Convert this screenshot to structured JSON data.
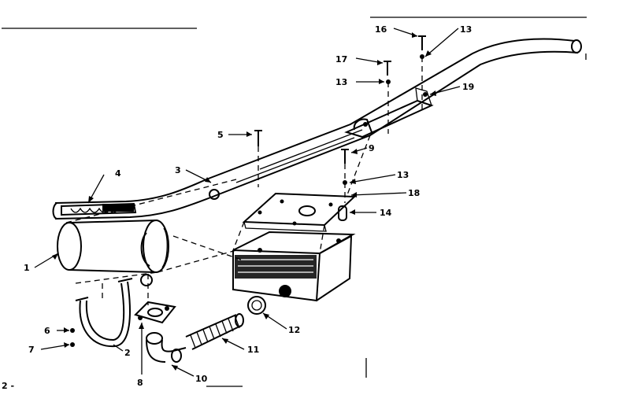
{
  "page_label": "2 -",
  "callouts": [
    {
      "id": "c16",
      "text": "16"
    },
    {
      "id": "c13a",
      "text": "13"
    },
    {
      "id": "c17",
      "text": "17"
    },
    {
      "id": "c13b",
      "text": "13"
    },
    {
      "id": "c19",
      "text": "19"
    },
    {
      "id": "c5",
      "text": "5"
    },
    {
      "id": "c9",
      "text": "9"
    },
    {
      "id": "c4",
      "text": "4"
    },
    {
      "id": "c3",
      "text": "3"
    },
    {
      "id": "c13c",
      "text": "13"
    },
    {
      "id": "c18",
      "text": "18"
    },
    {
      "id": "c14",
      "text": "14"
    },
    {
      "id": "c1",
      "text": "1"
    },
    {
      "id": "c6",
      "text": "6"
    },
    {
      "id": "c7",
      "text": "7"
    },
    {
      "id": "c2",
      "text": "2"
    },
    {
      "id": "c12",
      "text": "12"
    },
    {
      "id": "c11",
      "text": "11"
    },
    {
      "id": "c8",
      "text": "8"
    },
    {
      "id": "c10",
      "text": "10"
    }
  ]
}
